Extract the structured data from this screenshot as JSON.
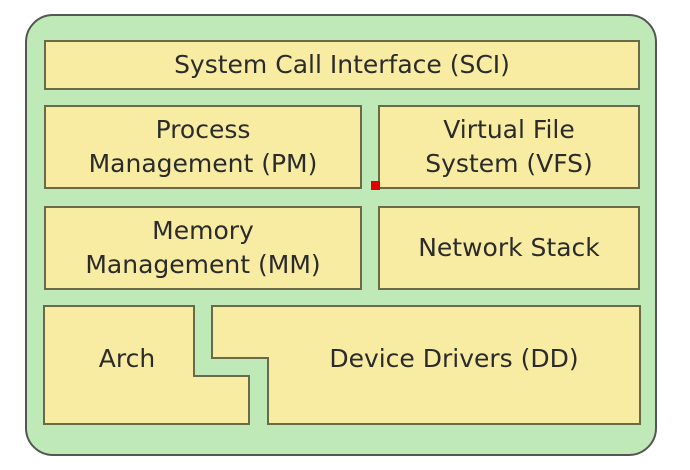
{
  "diagram": {
    "sci": "System Call Interface (SCI)",
    "pm": "Process\nManagement (PM)",
    "vfs": "Virtual File\nSystem (VFS)",
    "mm": "Memory\nManagement (MM)",
    "net": "Network Stack",
    "arch": "Arch",
    "dd": "Device Drivers (DD)"
  },
  "colors": {
    "outer_fill": "#bfeab7",
    "box_fill": "#f8eca3",
    "border": "#6a6a4a",
    "marker": "#e00000"
  }
}
